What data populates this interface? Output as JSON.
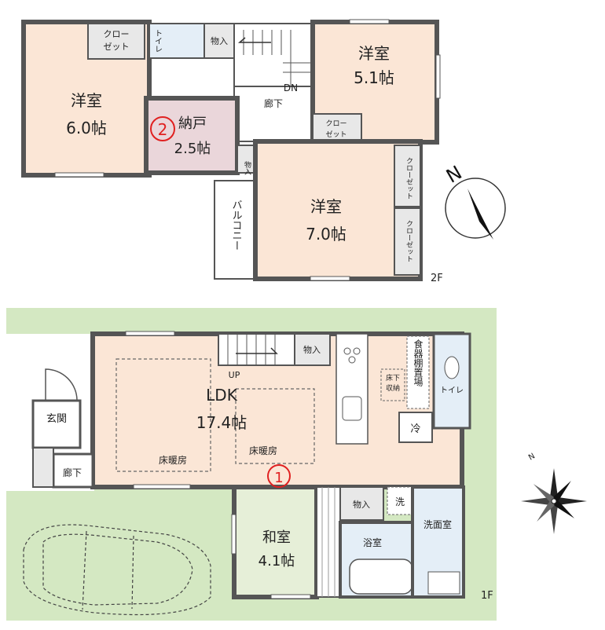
{
  "floor2": {
    "floor_label": "2F",
    "rooms": {
      "western_a": {
        "name": "洋室",
        "size": "6.0帖"
      },
      "western_b": {
        "name": "洋室",
        "size": "5.1帖"
      },
      "western_c": {
        "name": "洋室",
        "size": "7.0帖"
      },
      "storeroom": {
        "name": "納戸",
        "size": "2.5帖"
      }
    },
    "labels": {
      "closet_a": "クロー",
      "closet_a2": "ゼット",
      "toilet": "トイレ",
      "storage_a": "物入",
      "storage_b": "物入",
      "hallway": "廊下",
      "stairs_dn": "DN",
      "closet_b": "クロー",
      "closet_b2": "ゼット",
      "closet_c": "クローゼット",
      "closet_d": "クローゼット",
      "balcony": "バルコニー"
    },
    "marker": "2"
  },
  "floor1": {
    "floor_label": "1F",
    "rooms": {
      "ldk": {
        "name": "LDK",
        "size": "17.4帖"
      },
      "japanese": {
        "name": "和室",
        "size": "4.1帖"
      }
    },
    "labels": {
      "entrance": "玄関",
      "hallway": "廊下",
      "storage_a": "物入",
      "storage_b": "物入",
      "stairs_up": "UP",
      "pantry": "食器棚置場",
      "under_floor": "床下",
      "under_floor2": "収納",
      "toilet": "トイレ",
      "fridge": "冷",
      "floor_heating_a": "床暖房",
      "floor_heating_b": "床暖房",
      "washer": "洗",
      "bathroom": "浴室",
      "washroom": "洗面室"
    },
    "marker": "1"
  },
  "colors": {
    "room_fill": "#fbe6d6",
    "storeroom_fill": "#ead6da",
    "japanese_fill": "#e6efd8",
    "wet_fill": "#e4eef7",
    "lawn_fill": "#d4e8c2",
    "wall": "#555555",
    "marker": "#e02020"
  },
  "icons": [
    "compass-north-icon",
    "compass-rose-icon",
    "car-outline-icon",
    "stove-icon",
    "sink-icon",
    "toilet-icon",
    "bathtub-icon"
  ]
}
